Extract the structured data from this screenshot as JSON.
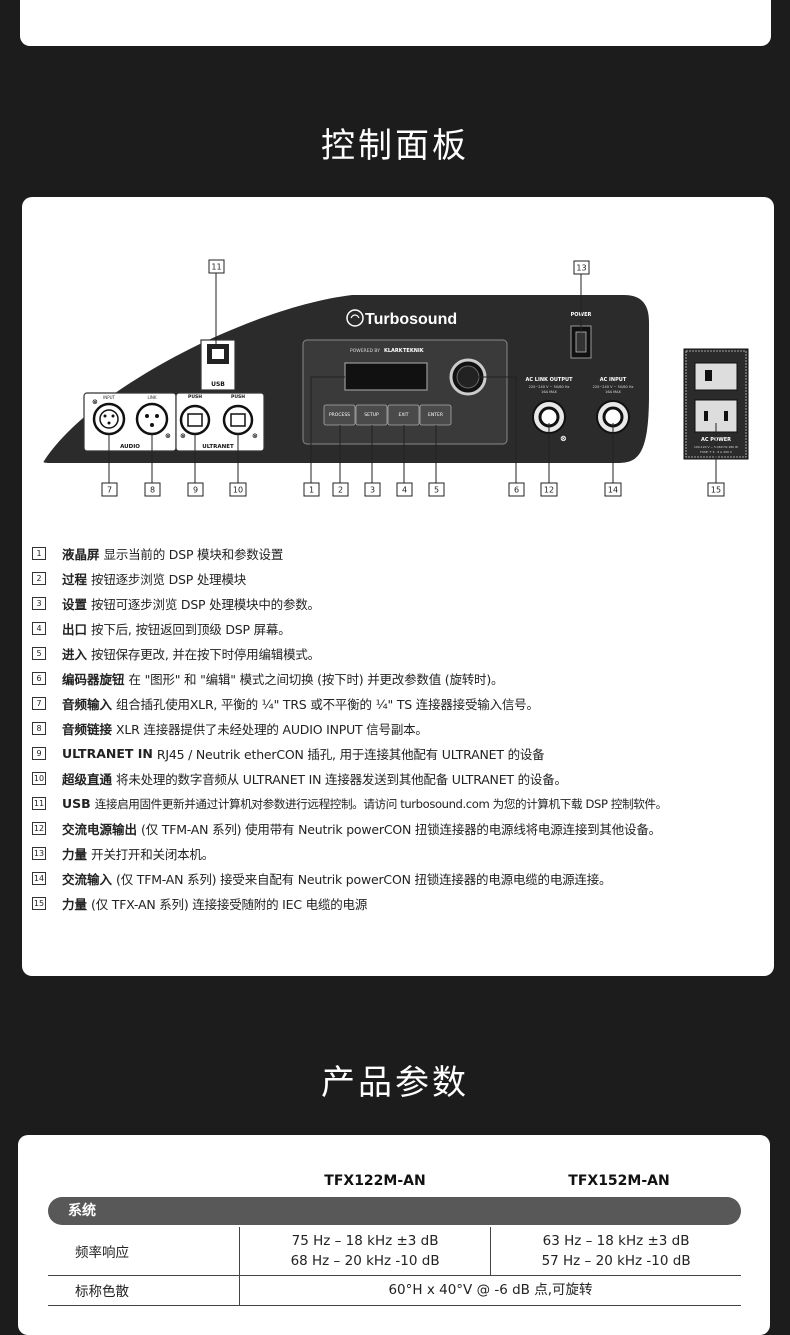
{
  "sections": {
    "control_panel_title": "控制面板",
    "specs_title": "产品参数"
  },
  "panel": {
    "brand": "Turbosound",
    "powered_by": "POWERED BY",
    "klark": "KLARK",
    "teknik": "TEKNIK",
    "usb_label": "USB",
    "audio_label": "AUDIO",
    "ultranet_label": "ULTRANET",
    "push_label": "PUSH",
    "input_label": "INPUT",
    "link_label": "LINK",
    "buttons": [
      "PROCESS",
      "SETUP",
      "EXIT",
      "ENTER"
    ],
    "ac_link_output": "AC LINK OUTPUT",
    "ac_link_spec1": "220~240 V ~ 50/60 Hz",
    "ac_link_spec2": "16A MAX",
    "ac_input": "AC INPUT",
    "ac_input_spec1": "220~240 V ~ 50/60 Hz",
    "ac_input_spec2": "16A MAX",
    "power_label": "POWER",
    "ac_power": "AC POWER",
    "ac_power_spec1": "100-120 V ~ 50/60 Hz 180 W",
    "ac_power_spec2": "FUSE: T 3.15 A 250 V",
    "callouts": [
      "1",
      "2",
      "3",
      "4",
      "5",
      "6",
      "7",
      "8",
      "9",
      "10",
      "11",
      "12",
      "13",
      "14",
      "15"
    ]
  },
  "legend": [
    {
      "num": "1",
      "term": "液晶屏",
      "desc": "显示当前的 DSP 模块和参数设置"
    },
    {
      "num": "2",
      "term": "过程",
      "desc": "按钮逐步浏览 DSP 处理模块"
    },
    {
      "num": "3",
      "term": "设置",
      "desc": "按钮可逐步浏览 DSP 处理模块中的参数。"
    },
    {
      "num": "4",
      "term": "出口",
      "desc": "按下后, 按钮返回到顶级 DSP 屏幕。"
    },
    {
      "num": "5",
      "term": "进入",
      "desc": "按钮保存更改, 并在按下时停用编辑模式。"
    },
    {
      "num": "6",
      "term": "编码器旋钮",
      "desc": "在 \"图形\" 和 \"编辑\" 模式之间切换 (按下时) 并更改参数值 (旋转时)。"
    },
    {
      "num": "7",
      "term": "音频输入",
      "desc": "组合插孔使用XLR, 平衡的 ¼\" TRS 或不平衡的 ¼\" TS 连接器接受输入信号。"
    },
    {
      "num": "8",
      "term": "音频链接",
      "desc": "XLR 连接器提供了未经处理的 AUDIO INPUT 信号副本。"
    },
    {
      "num": "9",
      "term": "ULTRANET IN",
      "desc": "RJ45 / Neutrik etherCON 插孔, 用于连接其他配有 ULTRANET 的设备"
    },
    {
      "num": "10",
      "term": "超级直通",
      "desc": "将未处理的数字音频从 ULTRANET IN 连接器发送到其他配备 ULTRANET 的设备。"
    },
    {
      "num": "11",
      "term": "USB",
      "desc": "连接启用固件更新并通过计算机对参数进行远程控制。请访问 turbosound.com 为您的计算机下载 DSP 控制软件。"
    },
    {
      "num": "12",
      "term": "交流电源输出",
      "desc": "(仅 TFM-AN 系列) 使用带有 Neutrik powerCON 扭锁连接器的电源线将电源连接到其他设备。"
    },
    {
      "num": "13",
      "term": "力量",
      "desc": "开关打开和关闭本机。"
    },
    {
      "num": "14",
      "term": "交流输入",
      "desc": "(仅 TFM-AN 系列) 接受来自配有 Neutrik powerCON 扭锁连接器的电源电缆的电源连接。"
    },
    {
      "num": "15",
      "term": "力量",
      "desc": "(仅 TFX-AN 系列) 连接接受随附的 IEC 电缆的电源"
    }
  ],
  "specs": {
    "models": [
      "TFX122M-AN",
      "TFX152M-AN"
    ],
    "group": "系统",
    "rows": [
      {
        "label": "频率响应",
        "a1": "75 Hz – 18 kHz ±3 dB",
        "a2": "68 Hz – 20 kHz -10 dB",
        "b1": "63 Hz – 18 kHz ±3 dB",
        "b2": "57 Hz – 20 kHz -10 dB"
      },
      {
        "label": "标称色散",
        "shared": "60°H x 40°V @ -6 dB 点,可旋转"
      }
    ]
  }
}
